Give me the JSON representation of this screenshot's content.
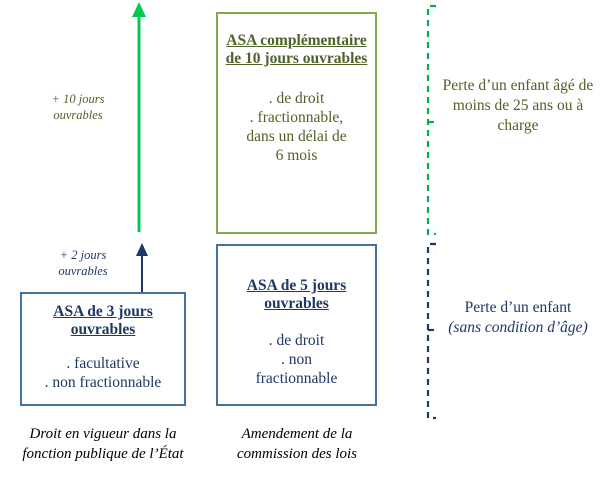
{
  "colors": {
    "green_box_border": "#85a84e",
    "green_text": "#4f6228",
    "green_arrow": "#00c853",
    "green_bracket": "#00b050",
    "blue_box_border": "#4472a0",
    "blue_text": "#1f3864",
    "blue_arrow": "#1f3864",
    "blue_bracket": "#1f3864",
    "caption_text": "#000000",
    "background": "#ffffff"
  },
  "boxes": {
    "left_blue": {
      "title": "ASA de 3 jours ouvrables",
      "body_lines": [
        ". facultative",
        ". non fractionnable"
      ]
    },
    "right_lower_blue": {
      "title": "ASA de 5 jours ouvrables",
      "body_lines": [
        ". de droit",
        ". non",
        "fractionnable"
      ]
    },
    "right_upper_green": {
      "title": "ASA complémentaire de 10 jours ouvrables",
      "body_lines": [
        ". de droit",
        ". fractionnable,",
        "dans un délai de",
        "6 mois"
      ]
    }
  },
  "arrows": {
    "green": {
      "label": "+ 10 jours ouvrables",
      "direction": "up"
    },
    "blue": {
      "label": "+ 2 jours ouvrables",
      "direction": "up"
    }
  },
  "side_labels": {
    "green": "Perte d’un enfant âgé de moins de 25 ans ou à charge",
    "blue_main": "Perte d’un enfant",
    "blue_sub": "(sans condition d’âge)"
  },
  "captions": {
    "left": "Droit en vigueur dans la fonction publique de l’État",
    "right": "Amendement de la commission des lois"
  }
}
